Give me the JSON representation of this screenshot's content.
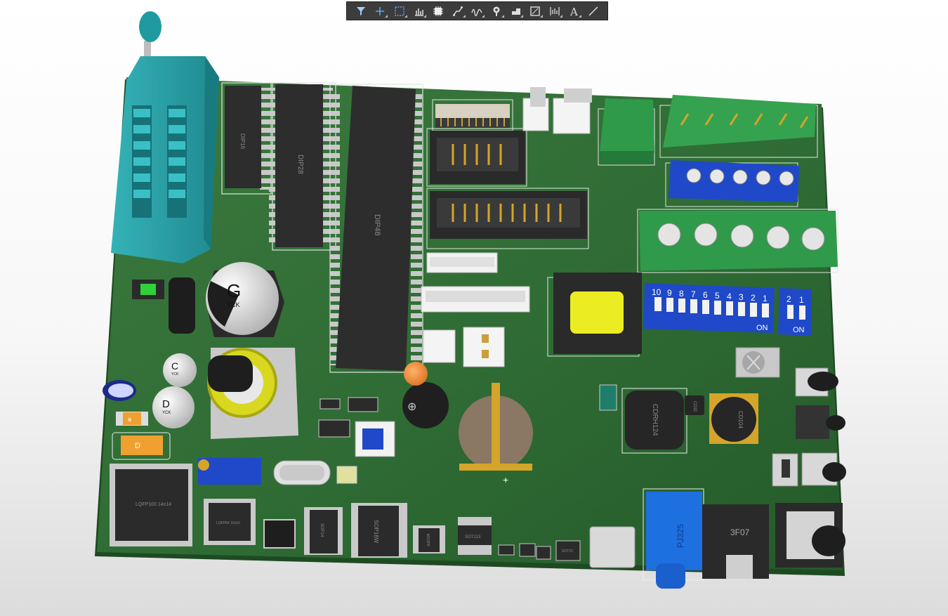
{
  "toolbar": {
    "buttons": [
      {
        "name": "filter-icon",
        "menu": false
      },
      {
        "name": "crosshair-icon",
        "menu": true
      },
      {
        "name": "select-rect-icon",
        "menu": true
      },
      {
        "name": "component-place-icon",
        "menu": true
      },
      {
        "name": "chip-icon",
        "menu": false
      },
      {
        "name": "route-icon",
        "menu": true
      },
      {
        "name": "tune-length-icon",
        "menu": true
      },
      {
        "name": "via-icon",
        "menu": true
      },
      {
        "name": "fill-icon",
        "menu": true
      },
      {
        "name": "polygon-icon",
        "menu": true
      },
      {
        "name": "dimension-icon",
        "menu": true
      },
      {
        "name": "text-icon",
        "menu": true
      },
      {
        "name": "line-icon",
        "menu": false
      }
    ]
  },
  "labels": {
    "dip16": "DIP16",
    "dip28": "DIP28",
    "dip48": "DIP48",
    "cap_g": "G",
    "cap_g_brand": "YCK",
    "cap_c": "C",
    "cap_c_brand": "YCK",
    "cap_d": "D",
    "cap_d_brand": "YCK",
    "tant_a": "a",
    "tant_d": "D",
    "lqfp100": "LQFP100 14x14",
    "lqfp64": "LQFP64 10x10",
    "sop14": "SOP14",
    "sop16w": "SOP16W",
    "sot223": "SOT223",
    "msop8": "MSOP8",
    "sot23": "SOT23",
    "cdrh124": "CDRH124",
    "cd104": "CD104",
    "cd32": "CD32",
    "pj325": "PJ325",
    "jack3f07": "3F07",
    "dip10_on": "ON",
    "dip2_on": "ON",
    "dip10_nums": [
      "10",
      "9",
      "8",
      "7",
      "6",
      "5",
      "4",
      "3",
      "2",
      "1"
    ],
    "dip2_nums": [
      "2",
      "1"
    ],
    "plus": "+",
    "buzzer_plus": "⊕"
  },
  "colors": {
    "pcb": "#2f6b34",
    "pcb_edge": "#1e4a22",
    "teal": "#2aa3a8",
    "blue_terminal": "#1f49c8",
    "green_terminal": "#2f9a4a",
    "gold": "#d4a52a",
    "chip": "#2b2b2b"
  }
}
